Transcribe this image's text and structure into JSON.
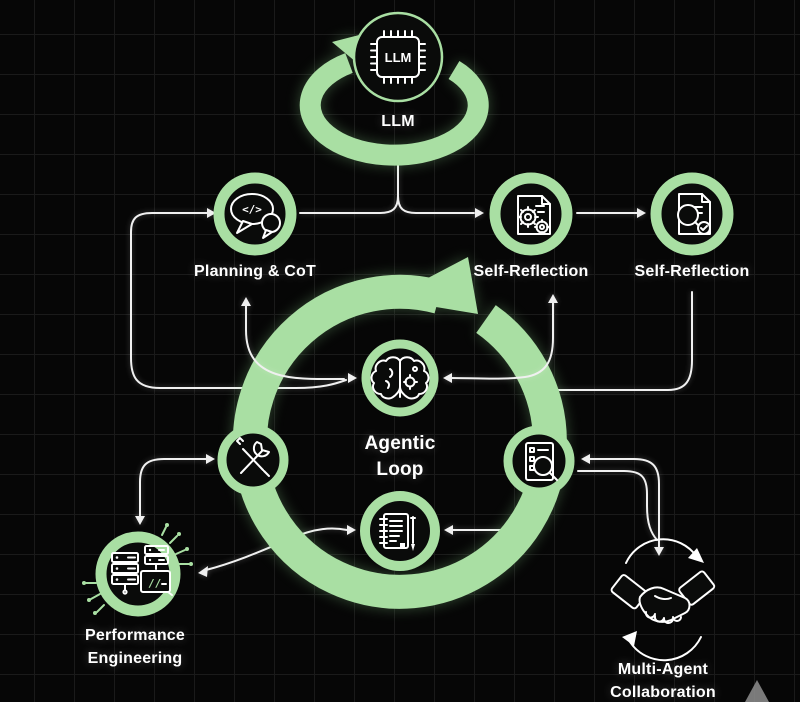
{
  "diagram_title": "Agentic Loop",
  "colors": {
    "green": "#a9dfa3",
    "white": "#f0f0f0",
    "bg": "#060606",
    "grid": "#1a1a1a",
    "dark": "#0a0b0a",
    "gray_triangle": "#8f8f8f"
  },
  "nodes": {
    "llm": {
      "label": "LLM",
      "chip_text": "LLM",
      "icon": "cpu-chip-icon"
    },
    "planning": {
      "label": "Planning & CoT",
      "icon_text": "</>",
      "icon": "chat-code-icon"
    },
    "self_reflection_1": {
      "label": "Self-Reflection",
      "icon": "document-gears-icon"
    },
    "self_reflection_2": {
      "label": "Self-Reflection",
      "icon": "document-magnifier-icon"
    },
    "agentic_loop": {
      "line1": "Agentic",
      "line2": "Loop",
      "icon": "brain-icon"
    },
    "tools": {
      "icon": "crossed-tools-icon"
    },
    "evaluation": {
      "icon": "checklist-magnifier-icon"
    },
    "notes": {
      "icon": "notebook-pencil-icon"
    },
    "performance_engineering": {
      "line1": "Performance",
      "line2": "Engineering",
      "screen_text": "//",
      "icon": "servers-icon"
    },
    "multi_agent": {
      "line1": "Multi-Agent",
      "line2": "Collaboration",
      "icon": "handshake-icon"
    }
  }
}
